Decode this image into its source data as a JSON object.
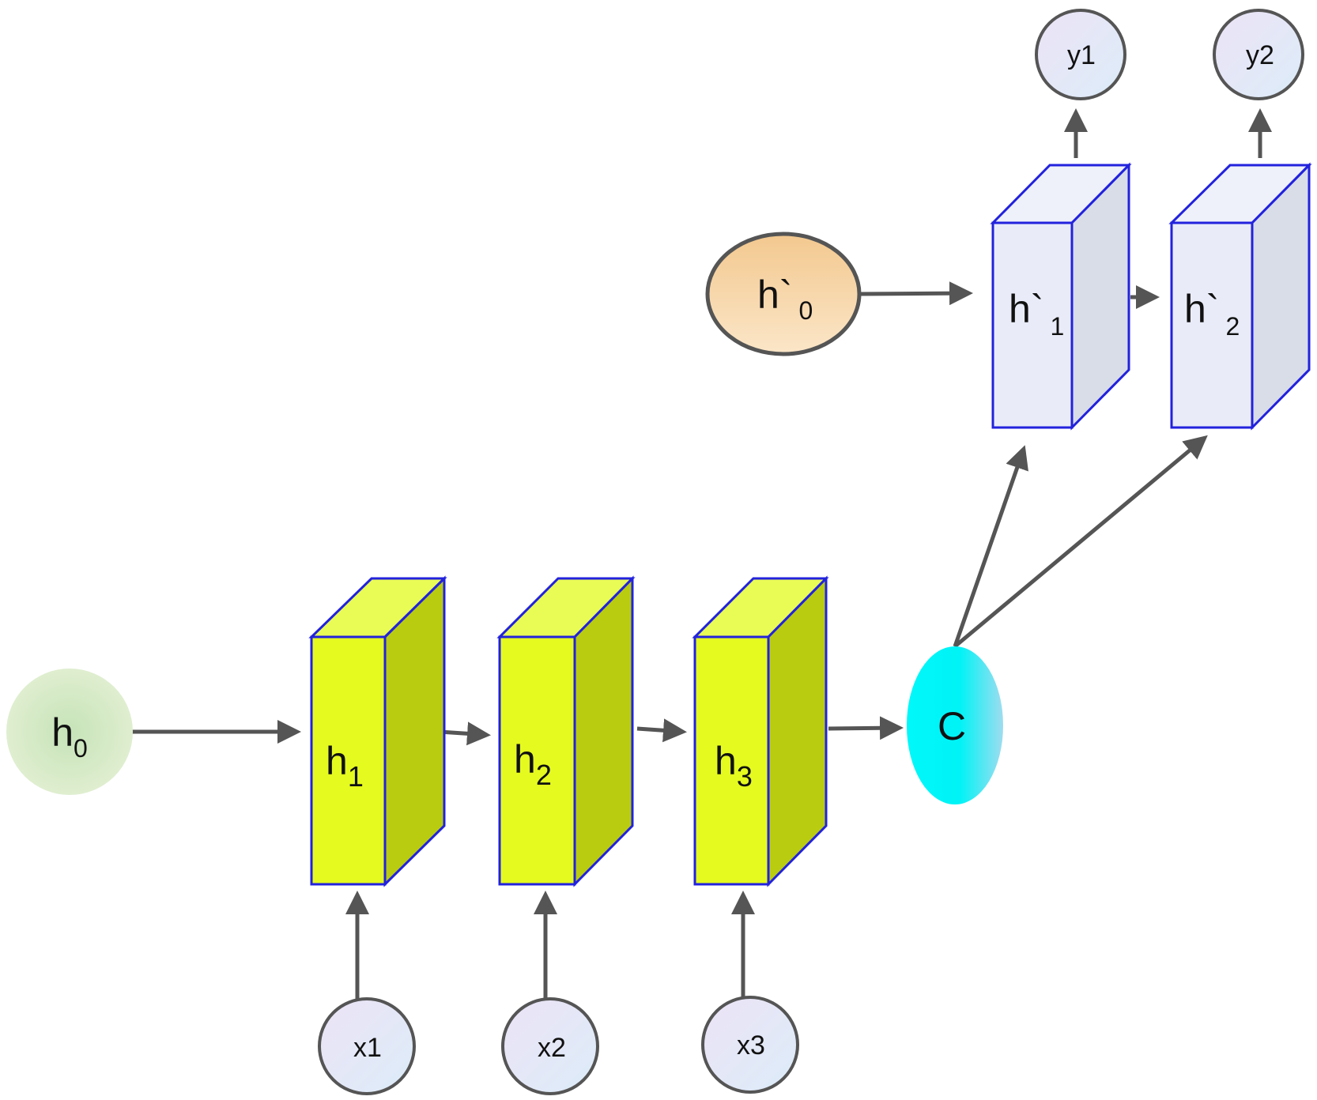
{
  "colors": {
    "encoder_front": "#e5fb1f",
    "encoder_top": "#e9fb55",
    "encoder_side": "#b9cc10",
    "decoder_front": "#e9ecf8",
    "decoder_top": "#eef0fa",
    "decoder_side": "#d8dde8",
    "box_outline": "#2222dd",
    "context": "#00f8fa",
    "arrow": "#555555"
  },
  "nodes": {
    "h0": {
      "base": "h",
      "sub": "0"
    },
    "x1": {
      "label": "x1"
    },
    "x2": {
      "label": "x2"
    },
    "x3": {
      "label": "x3"
    },
    "h1": {
      "base": "h",
      "sub": "1"
    },
    "h2": {
      "base": "h",
      "sub": "2"
    },
    "h3": {
      "base": "h",
      "sub": "3"
    },
    "context": {
      "label": "C"
    },
    "hp0": {
      "base": "h`",
      "sub": "0"
    },
    "hp1": {
      "base": "h`",
      "sub": "1"
    },
    "hp2": {
      "base": "h`",
      "sub": "2"
    },
    "y1": {
      "label": "y1"
    },
    "y2": {
      "label": "y2"
    }
  }
}
